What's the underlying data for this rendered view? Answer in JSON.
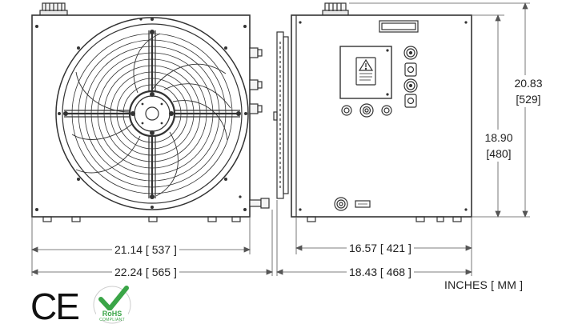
{
  "dimensions": {
    "front_width": "21.14 [ 537 ]",
    "front_overall_width": "22.24 [ 565 ]",
    "side_width": "16.57 [ 421 ]",
    "side_overall_width": "18.43 [ 468 ]",
    "overall_height_in": "20.83",
    "overall_height_mm": "[529]",
    "body_height_in": "18.90",
    "body_height_mm": "[480]"
  },
  "units_label": "INCHES [ MM ]",
  "certifications": {
    "ce_mark": "CE",
    "rohs_label": "RoHS",
    "rohs_sub": "COMPLIANT"
  },
  "icons": [
    "warning-label-icon",
    "ce-mark-icon",
    "rohs-checkmark-icon"
  ],
  "colors": {
    "line": "#333333",
    "rohs_green": "#3aa547",
    "paper": "#ffffff"
  }
}
